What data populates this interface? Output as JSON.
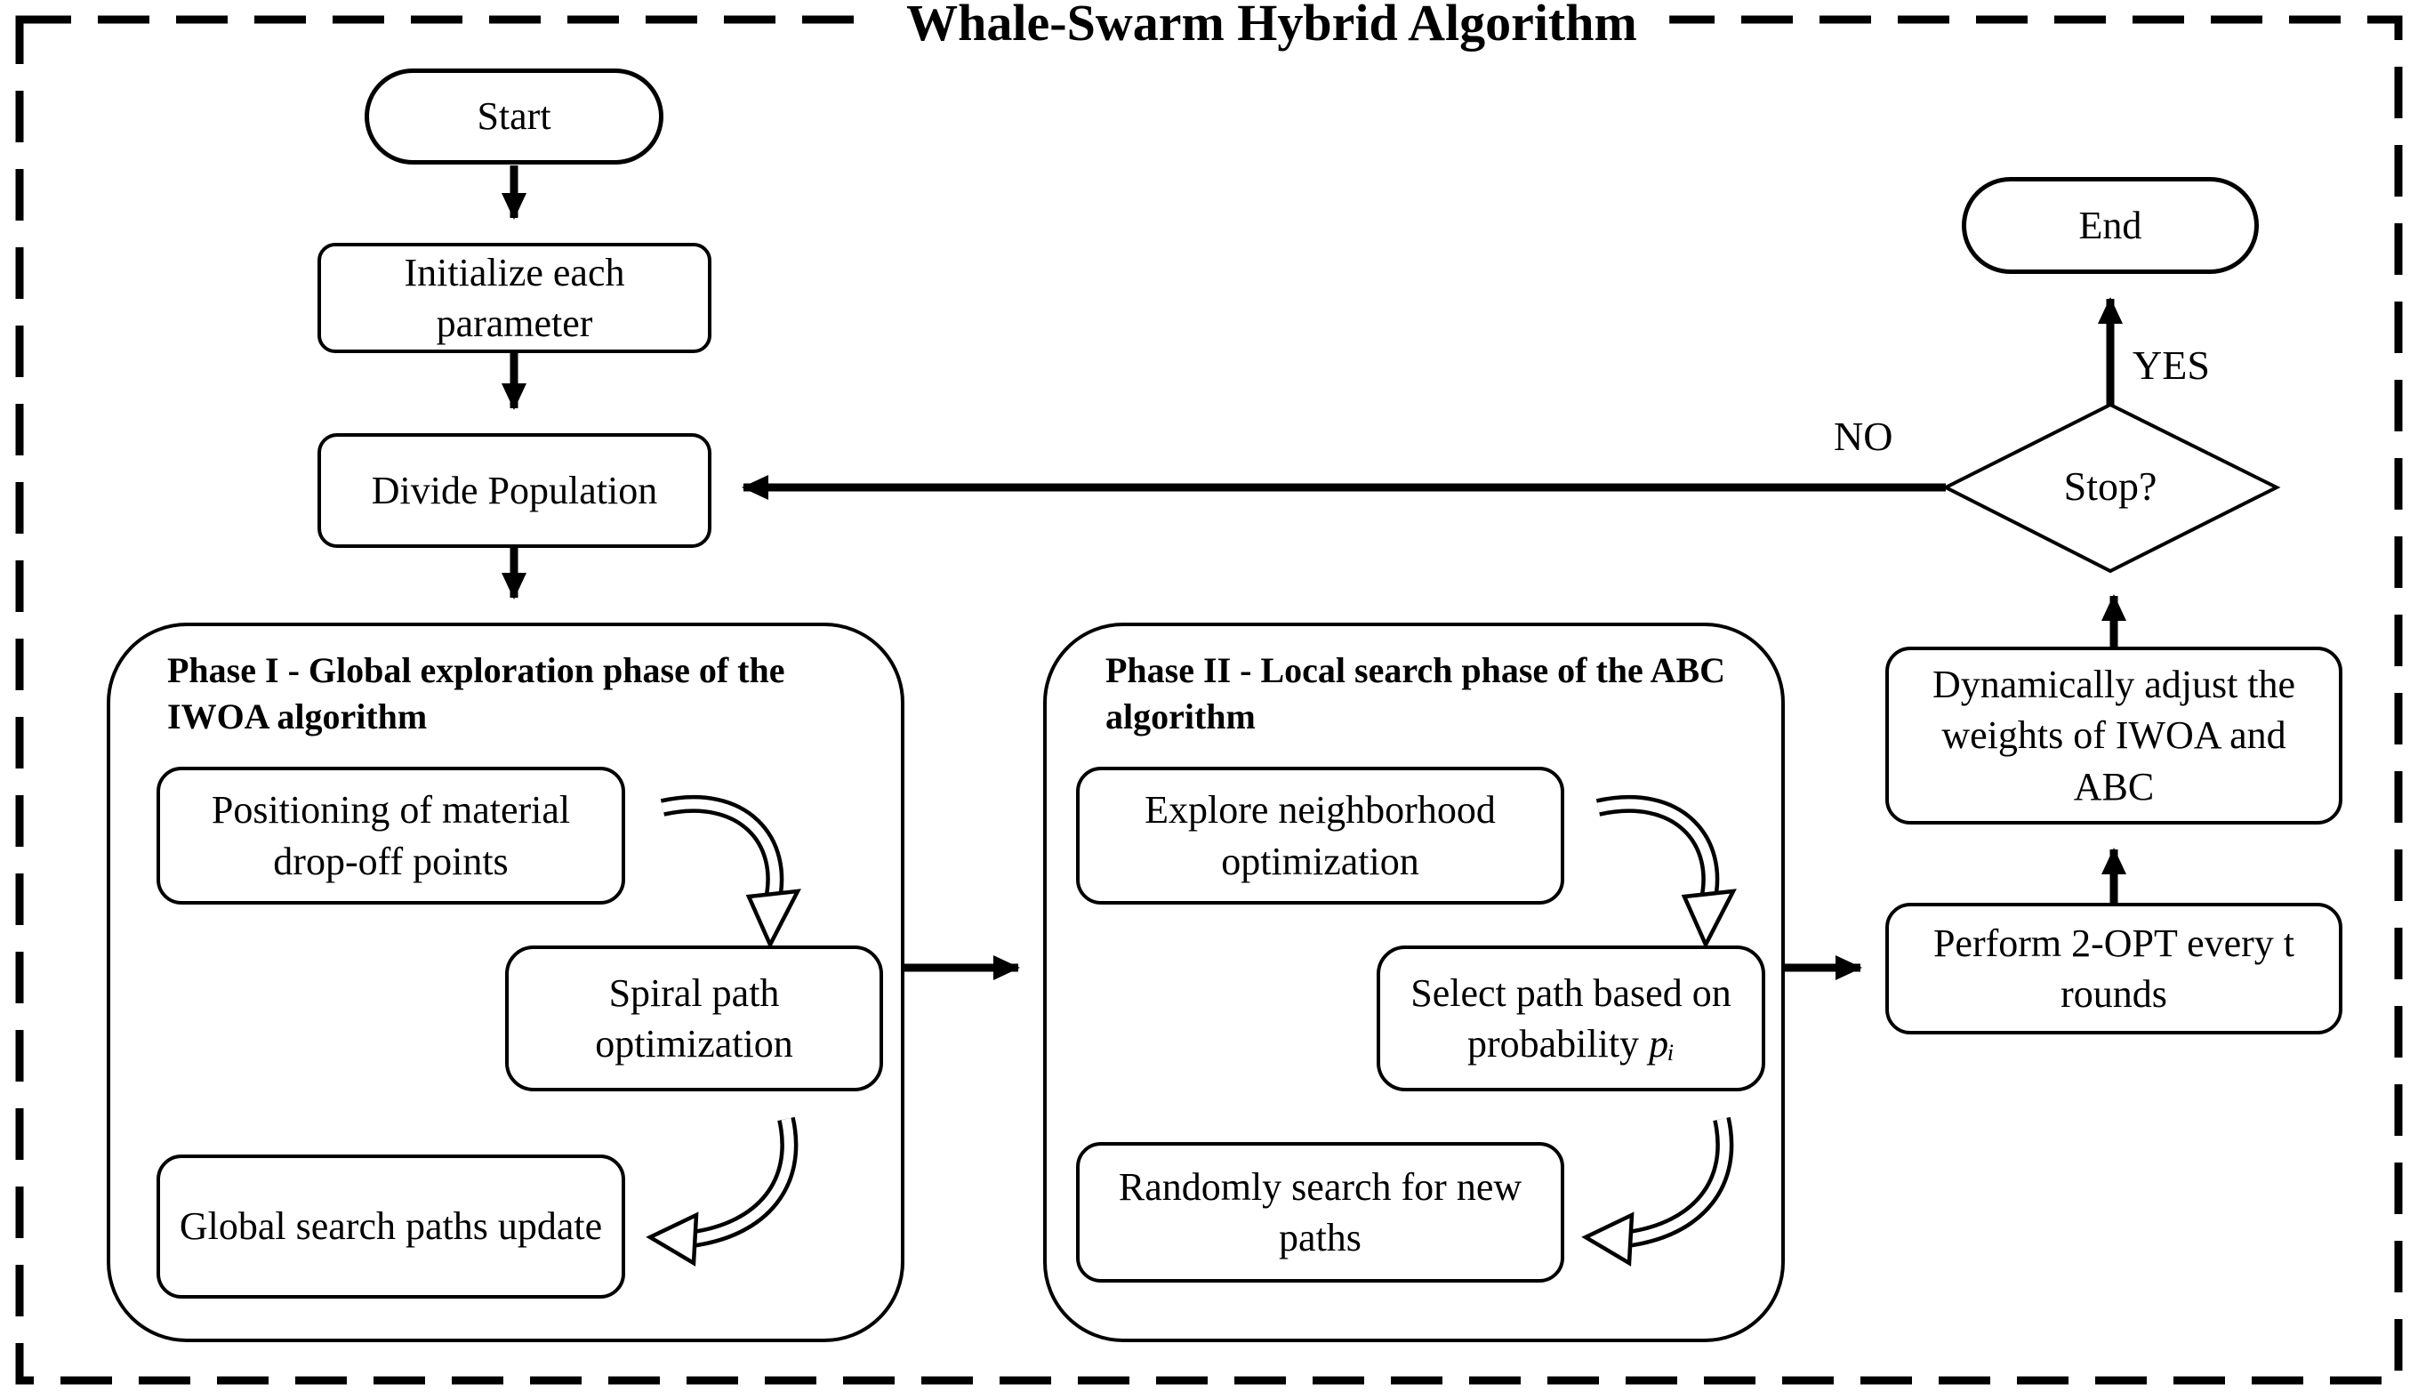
{
  "title": "Whale-Swarm Hybrid Algorithm",
  "labels": {
    "yes": "YES",
    "no": "NO"
  },
  "nodes": {
    "start": "Start",
    "initialize": "Initialize each parameter",
    "divide": "Divide Population",
    "stop": "Stop?",
    "end": "End",
    "dynamic": "Dynamically adjust the weights of IWOA and ABC",
    "perform": "Perform 2-OPT every t rounds"
  },
  "phase1": {
    "title": "Phase I - Global exploration phase of the IWOA algorithm",
    "steps": {
      "positioning": "Positioning of material drop-off points",
      "spiral": "Spiral path optimization",
      "global_update": "Global search paths update"
    }
  },
  "phase2": {
    "title": "Phase II - Local search phase of the ABC algorithm",
    "steps": {
      "explore": "Explore neighborhood optimization",
      "select_line1": "Select path based on",
      "select_line2": "probability",
      "select_var": "pᵢ",
      "random": "Randomly search for new paths"
    }
  },
  "colors": {
    "ink": "#000000",
    "background": "#ffffff"
  }
}
